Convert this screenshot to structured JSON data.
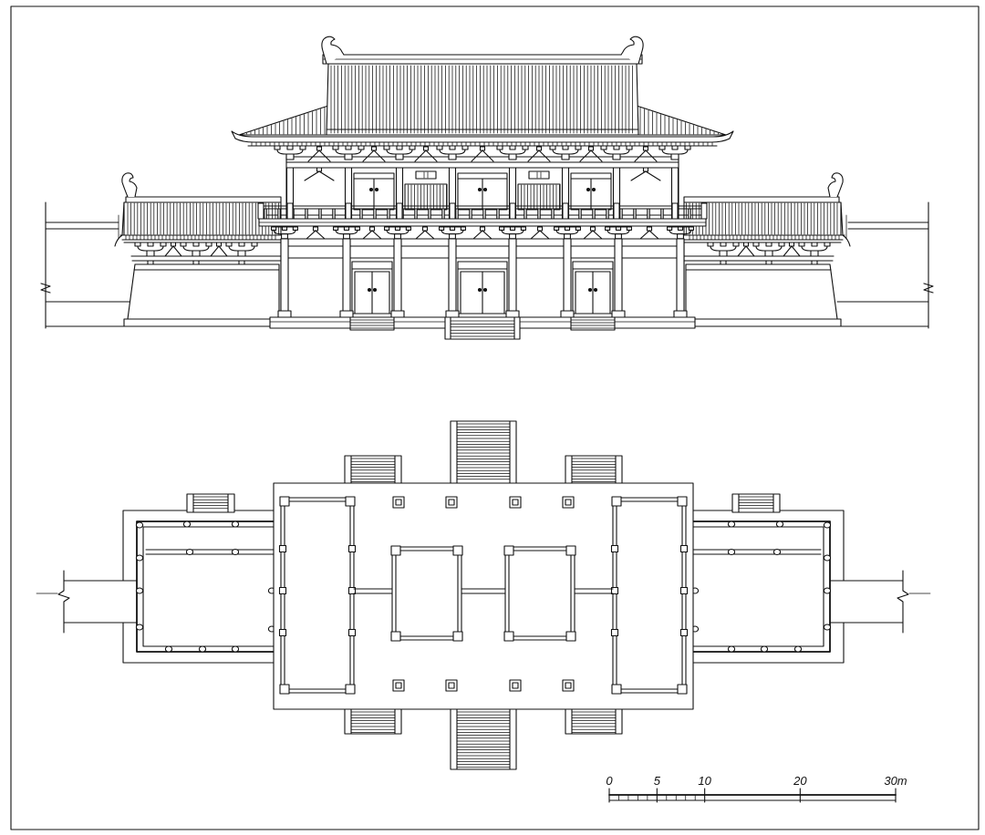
{
  "colors": {
    "ink": "#111111",
    "paper": "#ffffff"
  },
  "scale_bar": {
    "labels": [
      "0",
      "5",
      "10",
      "20",
      "30m"
    ],
    "ticks_m": [
      0,
      5,
      10,
      20,
      30
    ],
    "max_m": 30
  }
}
